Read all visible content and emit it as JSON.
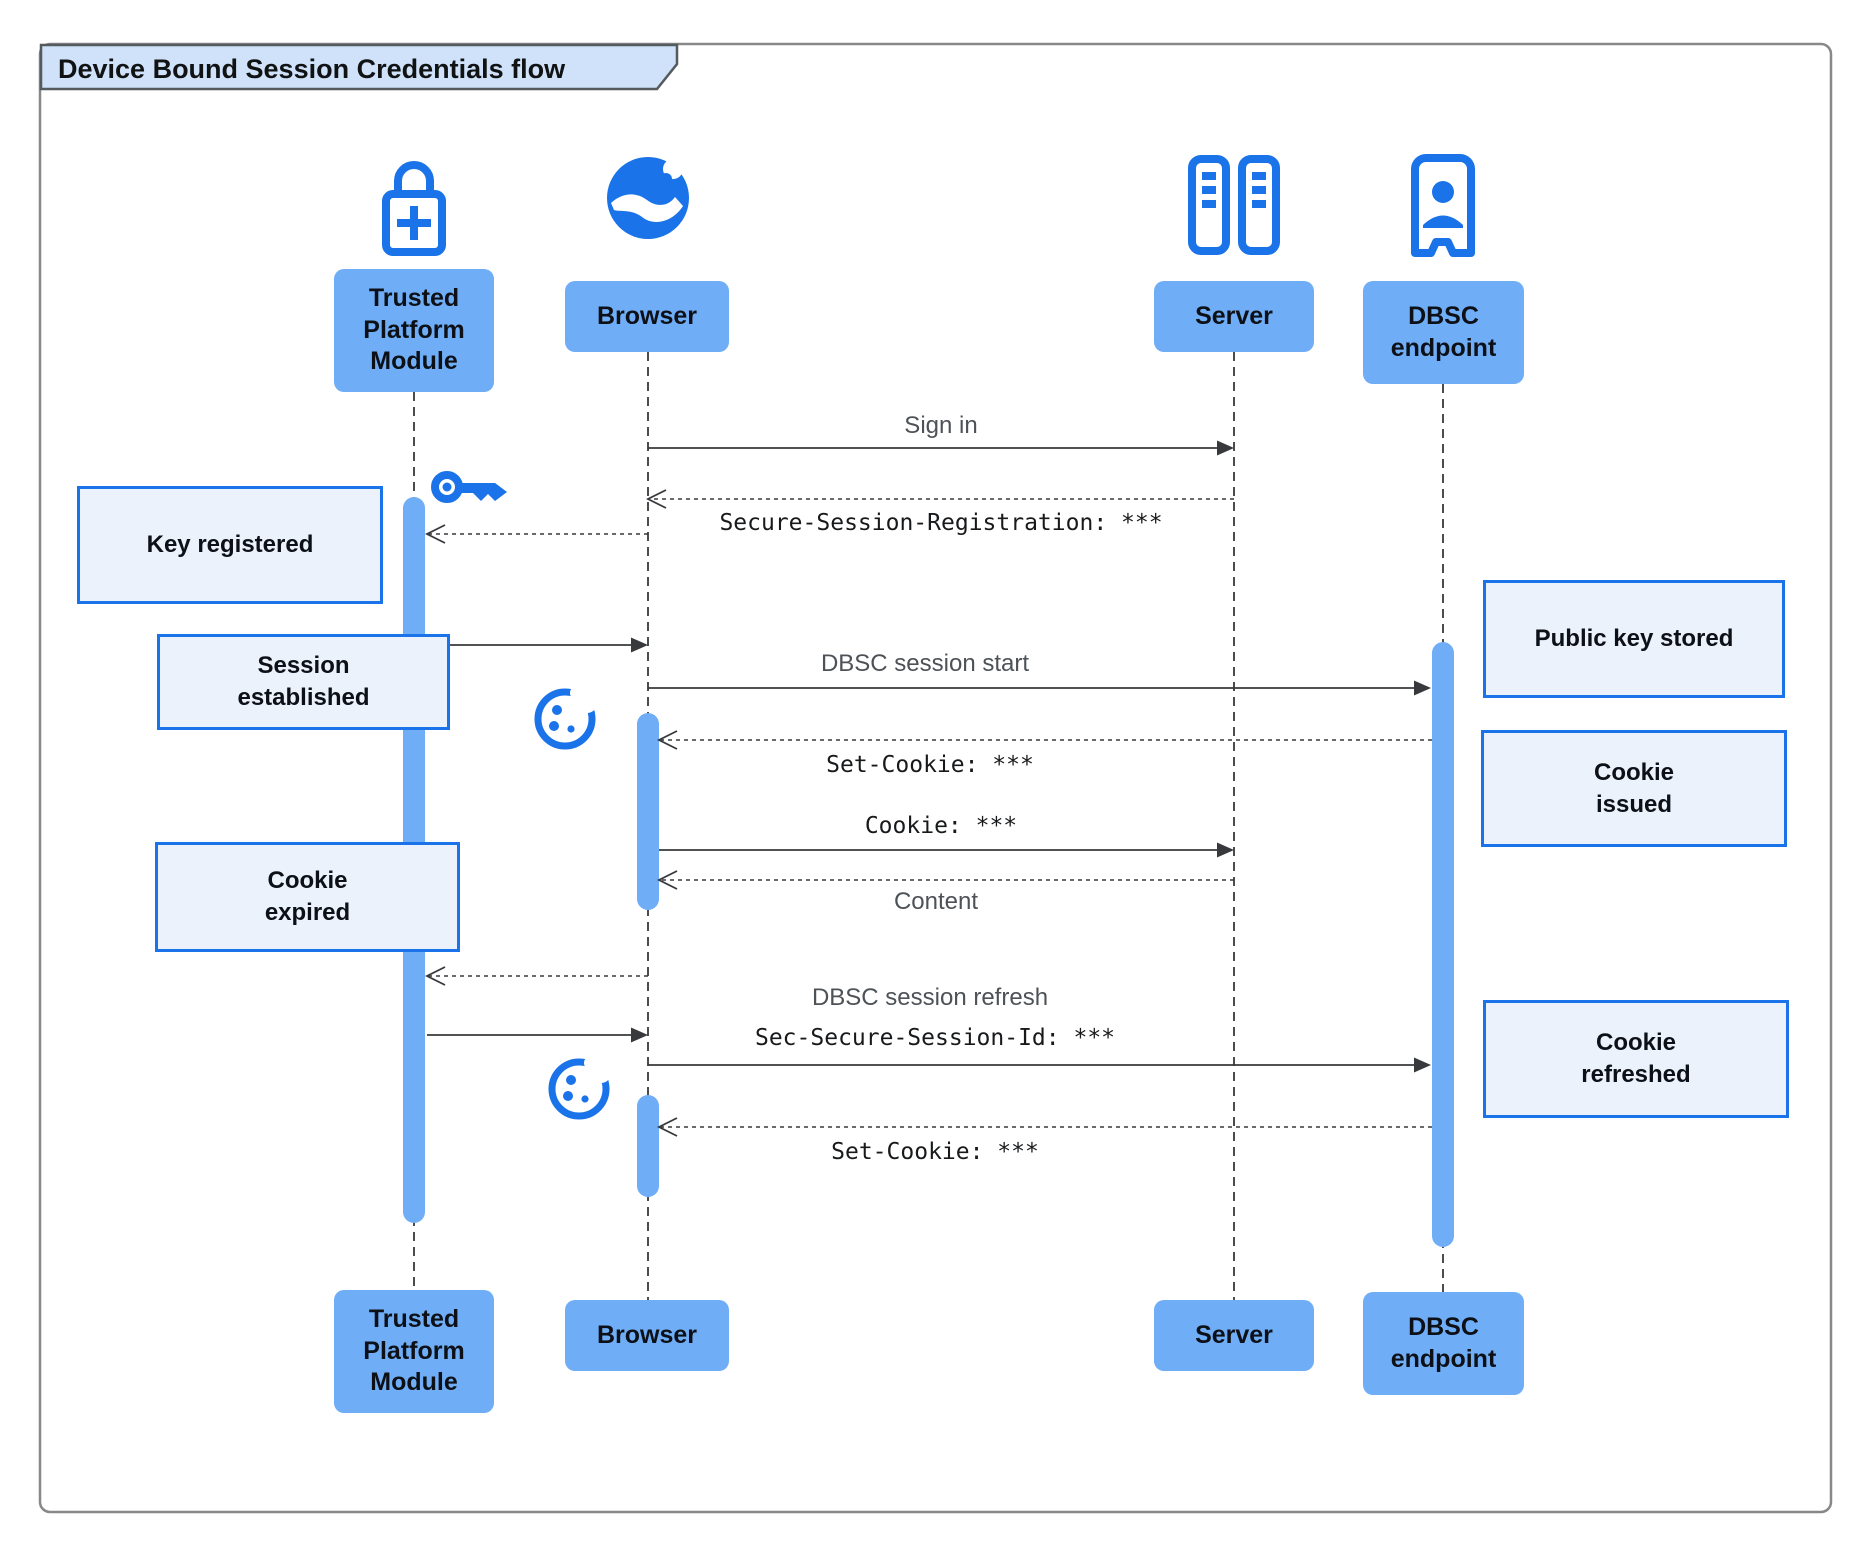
{
  "title": "Device Bound Session Credentials flow",
  "participants": {
    "tpm": "Trusted Platform Module",
    "browser": "Browser",
    "server": "Server",
    "dbsc": "DBSC endpoint"
  },
  "icons": {
    "tpm": "lock-plus-icon",
    "browser": "globe-icon",
    "server": "server-rack-icon",
    "dbsc": "badge-person-icon",
    "key": "key-icon",
    "cookie": "cookie-icon"
  },
  "messages": {
    "sign_in": "Sign in",
    "secure_session_registration": "Secure-Session-Registration: ***",
    "dbsc_session_start": "DBSC session start",
    "set_cookie_1": "Set-Cookie: ***",
    "cookie": "Cookie: ***",
    "content": "Content",
    "dbsc_session_refresh": "DBSC session refresh",
    "sec_secure_session_id": "Sec-Secure-Session-Id: ***",
    "set_cookie_2": "Set-Cookie: ***"
  },
  "notes": {
    "key_registered": "Key registered",
    "session_established": "Session\nestablished",
    "cookie_expired": "Cookie\nexpired",
    "public_key_stored": "Public key stored",
    "cookie_issued": "Cookie\nissued",
    "cookie_refreshed": "Cookie\nrefreshed"
  },
  "colors": {
    "accent": "#1a73e8",
    "participant_fill": "#6faef7",
    "note_fill": "#ebf2fc",
    "note_border": "#1a73e8",
    "title_fill": "#cfe2fa",
    "frame_border": "#888888",
    "line": "#37393c"
  }
}
